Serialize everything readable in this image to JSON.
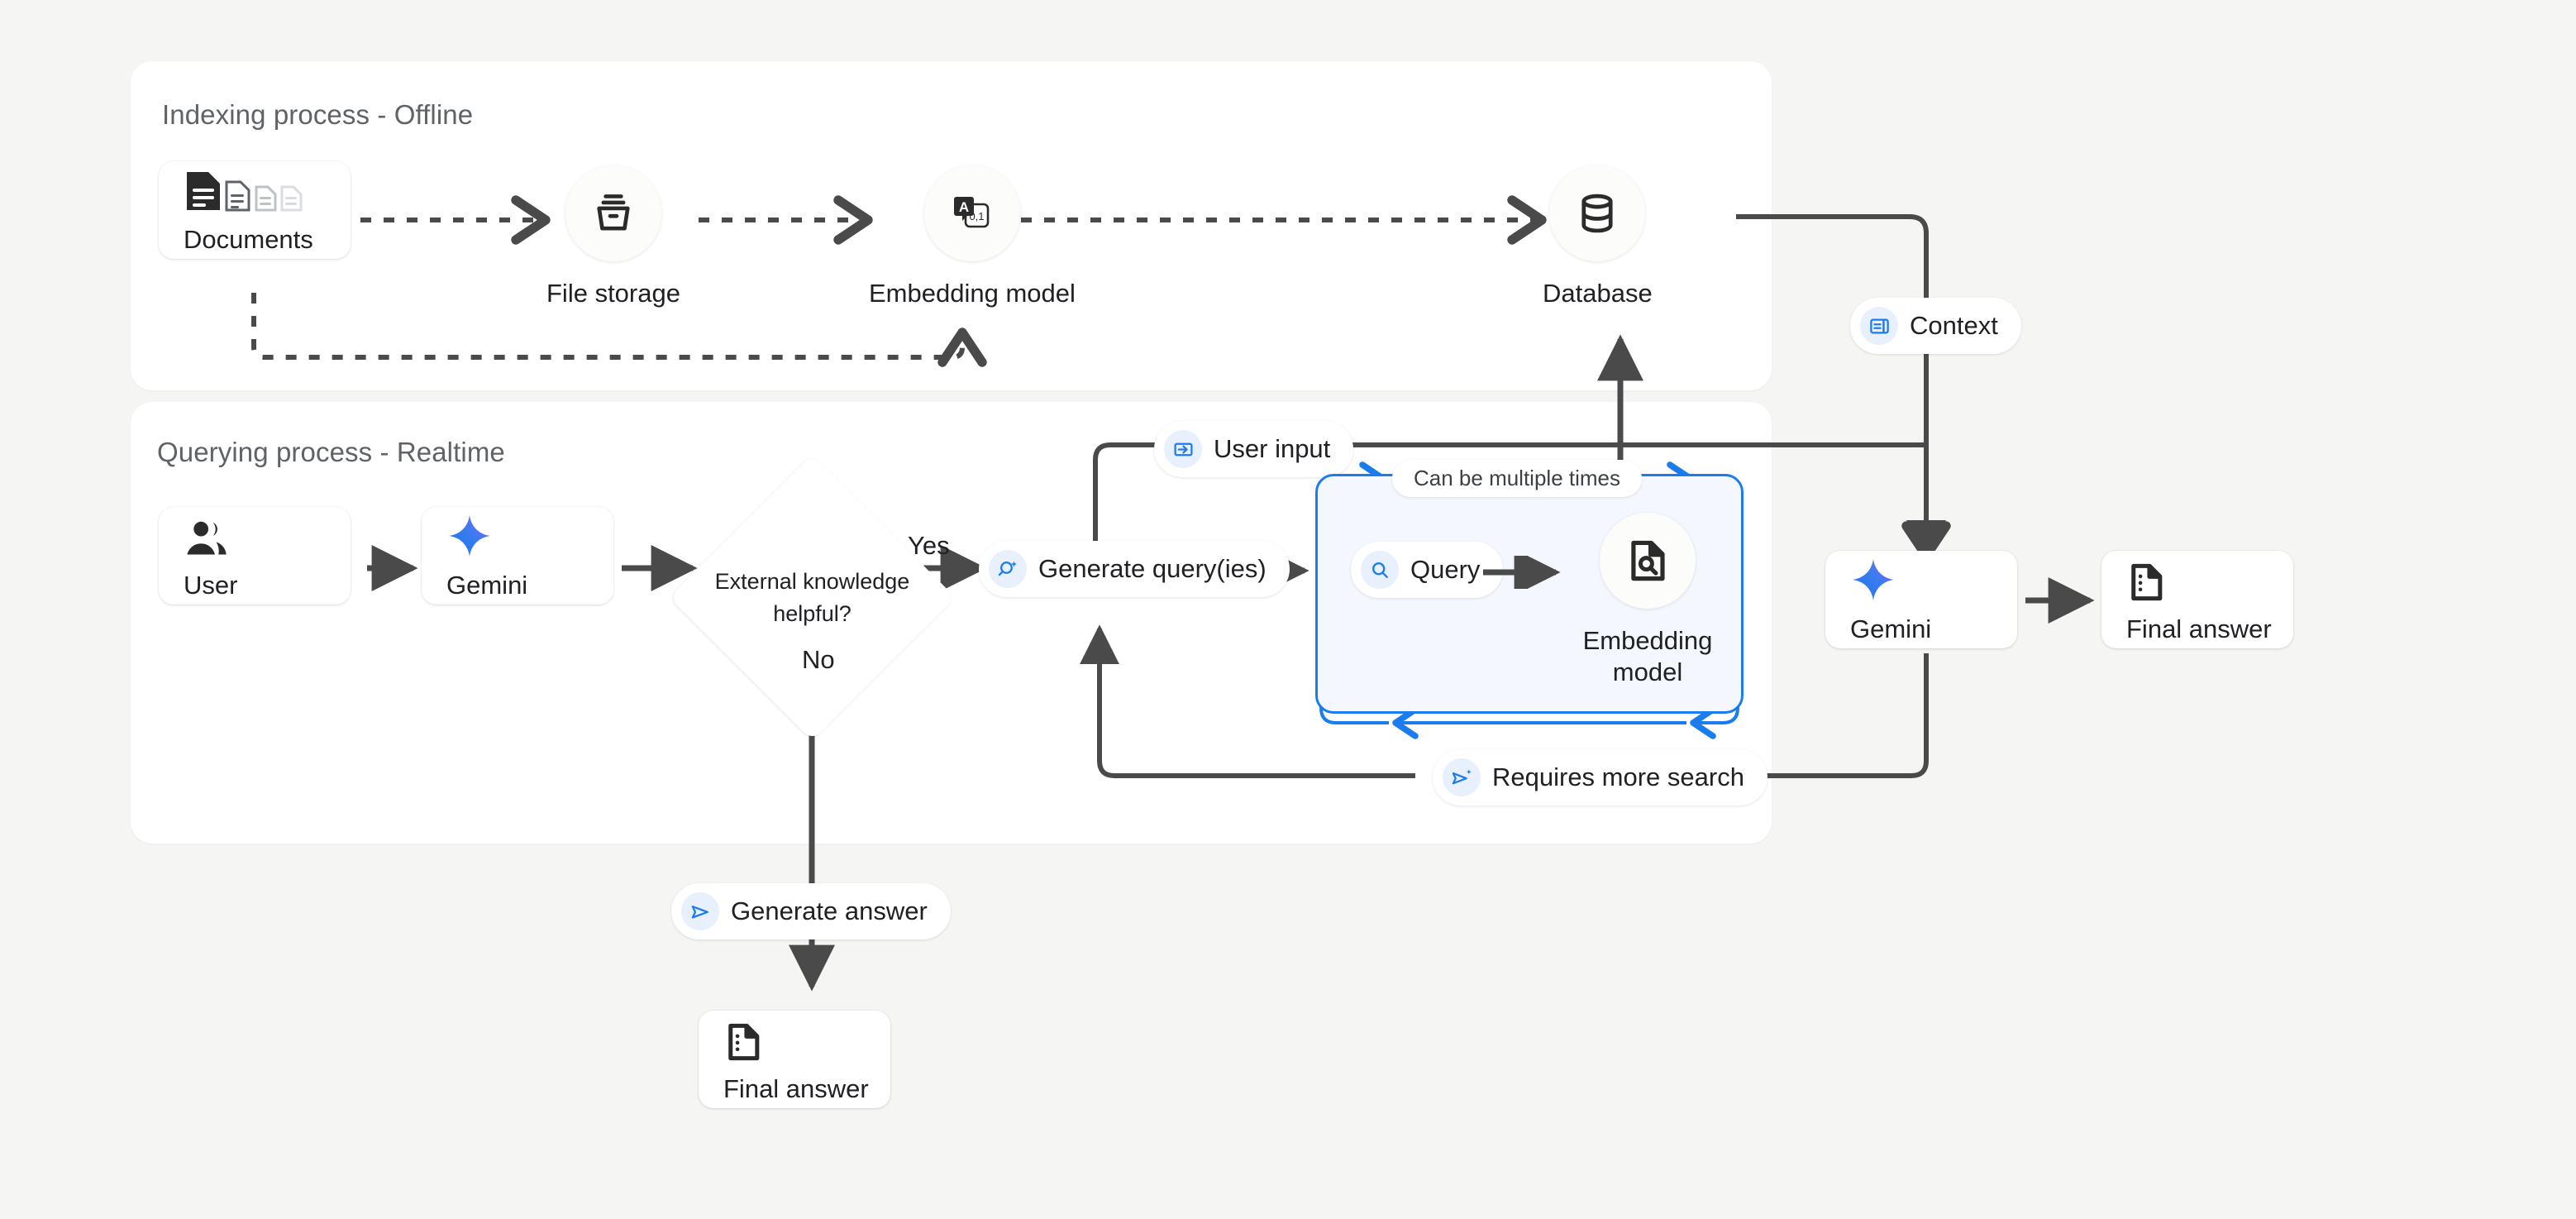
{
  "page": {
    "background": "#f5f5f3",
    "accent_blue": "#1b7ced",
    "text_color": "#202124"
  },
  "panels": [
    {
      "id": "indexing",
      "title": "Indexing process - Offline"
    },
    {
      "id": "querying",
      "title": "Querying process - Realtime"
    }
  ],
  "indexing": {
    "nodes": [
      {
        "name": "documents",
        "label": "Documents",
        "icon": "documents-icon",
        "shape": "card"
      },
      {
        "name": "file-storage",
        "label": "File storage",
        "icon": "archive-box-icon",
        "shape": "circle"
      },
      {
        "name": "embedding-model",
        "label": "Embedding model",
        "icon": "text-to-vector-icon",
        "shape": "circle"
      },
      {
        "name": "database",
        "label": "Database",
        "icon": "database-icon",
        "shape": "circle"
      }
    ]
  },
  "querying": {
    "nodes": [
      {
        "name": "user",
        "label": "User",
        "icon": "people-icon",
        "shape": "card"
      },
      {
        "name": "gemini",
        "label": "Gemini",
        "icon": "gemini-spark-icon",
        "shape": "card"
      }
    ],
    "decision": {
      "label": "External knowledge helpful?",
      "yes": "Yes",
      "no": "No"
    },
    "loop_box": {
      "label": "Can be multiple times",
      "query_pill": "Query",
      "query_pill_icon": "search-icon",
      "embedding_model": "Embedding model",
      "embedding_model_icon": "document-search-icon"
    },
    "pills": [
      {
        "name": "user-input",
        "label": "User input",
        "icon": "login-arrow-icon"
      },
      {
        "name": "generate-queries",
        "label": "Generate query(ies)",
        "icon": "search-sparkle-icon"
      },
      {
        "name": "requires-more-search",
        "label": "Requires more search",
        "icon": "send-sparkle-icon"
      },
      {
        "name": "context",
        "label": "Context",
        "icon": "side-panel-icon"
      },
      {
        "name": "generate-answer",
        "label": "Generate answer",
        "icon": "send-icon"
      }
    ],
    "right_nodes": [
      {
        "name": "gemini-answer",
        "label": "Gemini",
        "icon": "gemini-spark-icon"
      },
      {
        "name": "final-answer",
        "label": "Final answer",
        "icon": "answer-doc-icon"
      }
    ],
    "bottom_node": {
      "name": "final-answer-no-branch",
      "label": "Final answer",
      "icon": "answer-doc-icon"
    }
  }
}
